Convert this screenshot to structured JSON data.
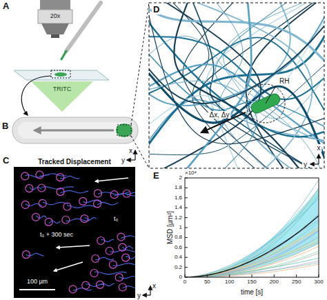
{
  "diagram": {
    "labels": [
      "A",
      "20x",
      "TRITC",
      "B",
      "x",
      "y",
      "C",
      "Tracked Displacement",
      "t₀",
      "t₀ + 300 sec",
      "100 µm",
      "x",
      "y",
      "D",
      "Δx, Δy",
      "RH",
      "E",
      "×10⁴",
      "MSD [µm²]",
      "0",
      "0.2",
      "0.4",
      "0.6",
      "0.8",
      "1",
      "1.2",
      "1.4",
      "1.6",
      "1.8",
      "2",
      "0",
      "50",
      "100",
      "150",
      "200",
      "250",
      "300",
      "time [s]",
      "x",
      "y"
    ]
  }
}
